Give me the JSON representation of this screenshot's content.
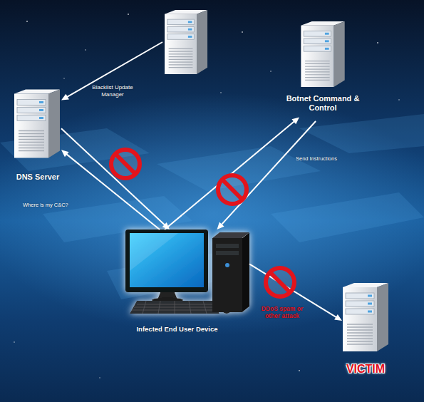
{
  "diagram": {
    "nodes": [
      {
        "text": [
          "Blacklist Update Manager"
        ]
      },
      {
        "text": [
          "Botnet Command & Control"
        ]
      },
      {
        "text": [
          "DNS Server"
        ]
      },
      {
        "text": [
          "Infected End User Device"
        ]
      },
      {
        "text": [
          "VICTIM"
        ]
      }
    ],
    "edges": [
      {
        "from": 0,
        "to": 2,
        "arrow": "to"
      },
      {
        "from": 2,
        "to": 3,
        "arrow": "to"
      },
      {
        "from": 3,
        "to": 2,
        "label": "Where is my C&C?",
        "arrow": "to"
      },
      {
        "from": 3,
        "to": 1,
        "arrow": "to"
      },
      {
        "from": 1,
        "to": 3,
        "label": "Send Instructions",
        "arrow": "to"
      },
      {
        "from": 3,
        "to": 4,
        "label": "DDoS spam or other attack",
        "arrow": "to"
      }
    ]
  }
}
